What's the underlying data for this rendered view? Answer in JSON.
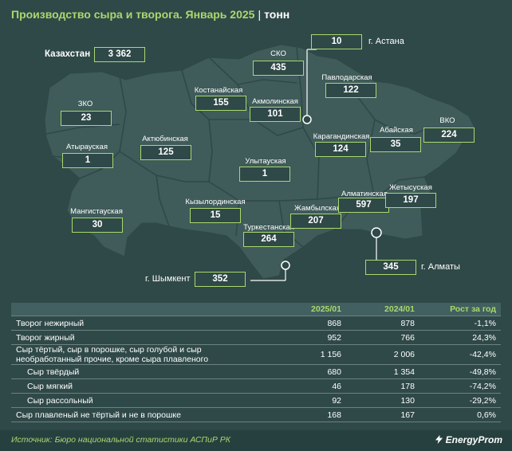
{
  "header": {
    "title": "Производство сыра и творога. Январь 2025",
    "separator": "|",
    "unit": "тонн"
  },
  "colors": {
    "background": "#2f4948",
    "map_fill": "#3f5b5a",
    "accent": "#a9d86e",
    "text": "#ffffff"
  },
  "map": {
    "total_label": "Казахстан",
    "total_value": "3 362",
    "regions": [
      {
        "id": "zko",
        "name": "ЗКО",
        "value": "23"
      },
      {
        "id": "atyrau",
        "name": "Атырауская",
        "value": "1"
      },
      {
        "id": "mangistau",
        "name": "Мангистауская",
        "value": "30"
      },
      {
        "id": "aktobe",
        "name": "Актюбинская",
        "value": "125"
      },
      {
        "id": "kostanay",
        "name": "Костанайская",
        "value": "155"
      },
      {
        "id": "sko",
        "name": "СКО",
        "value": "435"
      },
      {
        "id": "akmola",
        "name": "Акмолинская",
        "value": "101"
      },
      {
        "id": "pavlodar",
        "name": "Павлодарская",
        "value": "122"
      },
      {
        "id": "vko",
        "name": "ВКО",
        "value": "224"
      },
      {
        "id": "abay",
        "name": "Абайская",
        "value": "35"
      },
      {
        "id": "karaganda",
        "name": "Карагандинская",
        "value": "124"
      },
      {
        "id": "ulytau",
        "name": "Улытауская",
        "value": "1"
      },
      {
        "id": "kyzylorda",
        "name": "Кызылординская",
        "value": "15"
      },
      {
        "id": "turkestan",
        "name": "Туркестанская",
        "value": "264"
      },
      {
        "id": "zhambyl",
        "name": "Жамбылская",
        "value": "207"
      },
      {
        "id": "almaty_reg",
        "name": "Алматинская",
        "value": "597"
      },
      {
        "id": "zhetysu",
        "name": "Жетысуская",
        "value": "197"
      }
    ],
    "cities": [
      {
        "id": "astana",
        "name": "г. Астана",
        "value": "10"
      },
      {
        "id": "almaty",
        "name": "г. Алматы",
        "value": "345"
      },
      {
        "id": "shymkent",
        "name": "г. Шымкент",
        "value": "352"
      }
    ]
  },
  "table": {
    "headers": [
      "",
      "2025/01",
      "2024/01",
      "Рост за год"
    ],
    "rows": [
      {
        "name": "Творог нежирный",
        "v2025": "868",
        "v2024": "878",
        "growth": "-1,1%",
        "sub": false
      },
      {
        "name": "Творог жирный",
        "v2025": "952",
        "v2024": "766",
        "growth": "24,3%",
        "sub": false
      },
      {
        "name": "Сыр тёртый, сыр в порошке, сыр голубой и сыр необработанный прочие, кроме сыра плавленого",
        "v2025": "1 156",
        "v2024": "2 006",
        "growth": "-42,4%",
        "sub": false
      },
      {
        "name": "Сыр твёрдый",
        "v2025": "680",
        "v2024": "1 354",
        "growth": "-49,8%",
        "sub": true
      },
      {
        "name": "Сыр мягкий",
        "v2025": "46",
        "v2024": "178",
        "growth": "-74,2%",
        "sub": true
      },
      {
        "name": "Сыр рассольный",
        "v2025": "92",
        "v2024": "130",
        "growth": "-29,2%",
        "sub": true
      },
      {
        "name": "Сыр плавленый не тёртый и не в порошке",
        "v2025": "168",
        "v2024": "167",
        "growth": "0,6%",
        "sub": false
      }
    ]
  },
  "footer": {
    "source": "Источник: Бюро национальной статистики АСПиР РК",
    "brand": "EnergyProm",
    "brand_icon": "energyprom-logo-icon"
  },
  "chart_data": {
    "type": "table",
    "title": "Производство сыра и творога. Январь 2025",
    "unit": "тонн",
    "categories": [
      "Творог нежирный",
      "Творог жирный",
      "Сыр тёртый, сыр в порошке, сыр голубой и сыр необработанный прочие, кроме сыра плавленого",
      "Сыр твёрдый",
      "Сыр мягкий",
      "Сыр рассольный",
      "Сыр плавленый не тёртый и не в порошке"
    ],
    "series": [
      {
        "name": "2025/01",
        "values": [
          868,
          952,
          1156,
          680,
          46,
          92,
          168
        ]
      },
      {
        "name": "2024/01",
        "values": [
          878,
          766,
          2006,
          1354,
          178,
          130,
          167
        ]
      },
      {
        "name": "Рост за год",
        "values": [
          -1.1,
          24.3,
          -42.4,
          -49.8,
          -74.2,
          -29.2,
          0.6
        ]
      }
    ],
    "regional_values": {
      "Казахстан": 3362,
      "ЗКО": 23,
      "Атырауская": 1,
      "Мангистауская": 30,
      "Актюбинская": 125,
      "Костанайская": 155,
      "СКО": 435,
      "Акмолинская": 101,
      "Павлодарская": 122,
      "ВКО": 224,
      "Абайская": 35,
      "Карагандинская": 124,
      "Улытауская": 1,
      "Кызылординская": 15,
      "Туркестанская": 264,
      "Жамбылская": 207,
      "Алматинская": 597,
      "Жетысуская": 197,
      "г. Астана": 10,
      "г. Алматы": 345,
      "г. Шымкент": 352
    }
  }
}
